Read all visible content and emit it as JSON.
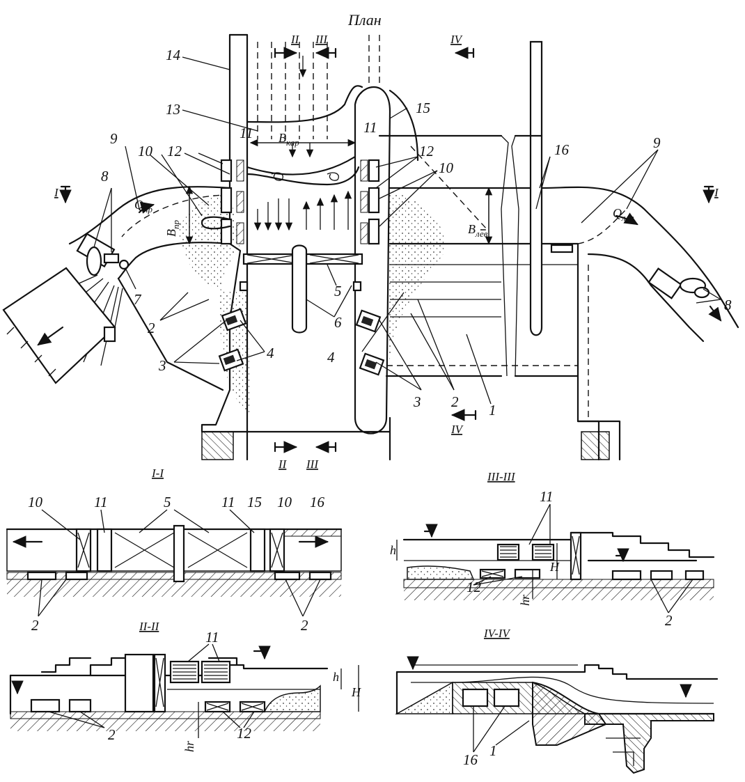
{
  "plan": {
    "title": "План",
    "callouts": [
      "1",
      "2",
      "3",
      "4",
      "5",
      "6",
      "7",
      "8",
      "9",
      "10",
      "11",
      "12",
      "13",
      "14",
      "15",
      "16"
    ],
    "width_kar": {
      "base": "B",
      "sub": "кар"
    },
    "width_pr": {
      "base": "B",
      "sub": "пр"
    },
    "width_lev": {
      "base": "B",
      "sub": "лев"
    },
    "flow_pr": {
      "base": "Q",
      "sub": "пр"
    },
    "flow_lev": {
      "base": "Q",
      "sub": "лев"
    },
    "sections": {
      "s1": "I",
      "s2": "II",
      "s3": "III",
      "s4": "IV"
    }
  },
  "sections": {
    "s11": {
      "title": "I-I"
    },
    "s22": {
      "title": "II-II"
    },
    "s33": {
      "title": "III-III"
    },
    "s44": {
      "title": "IV-IV"
    }
  },
  "symbols": {
    "h": "h",
    "H": "H",
    "hr": "hr"
  }
}
